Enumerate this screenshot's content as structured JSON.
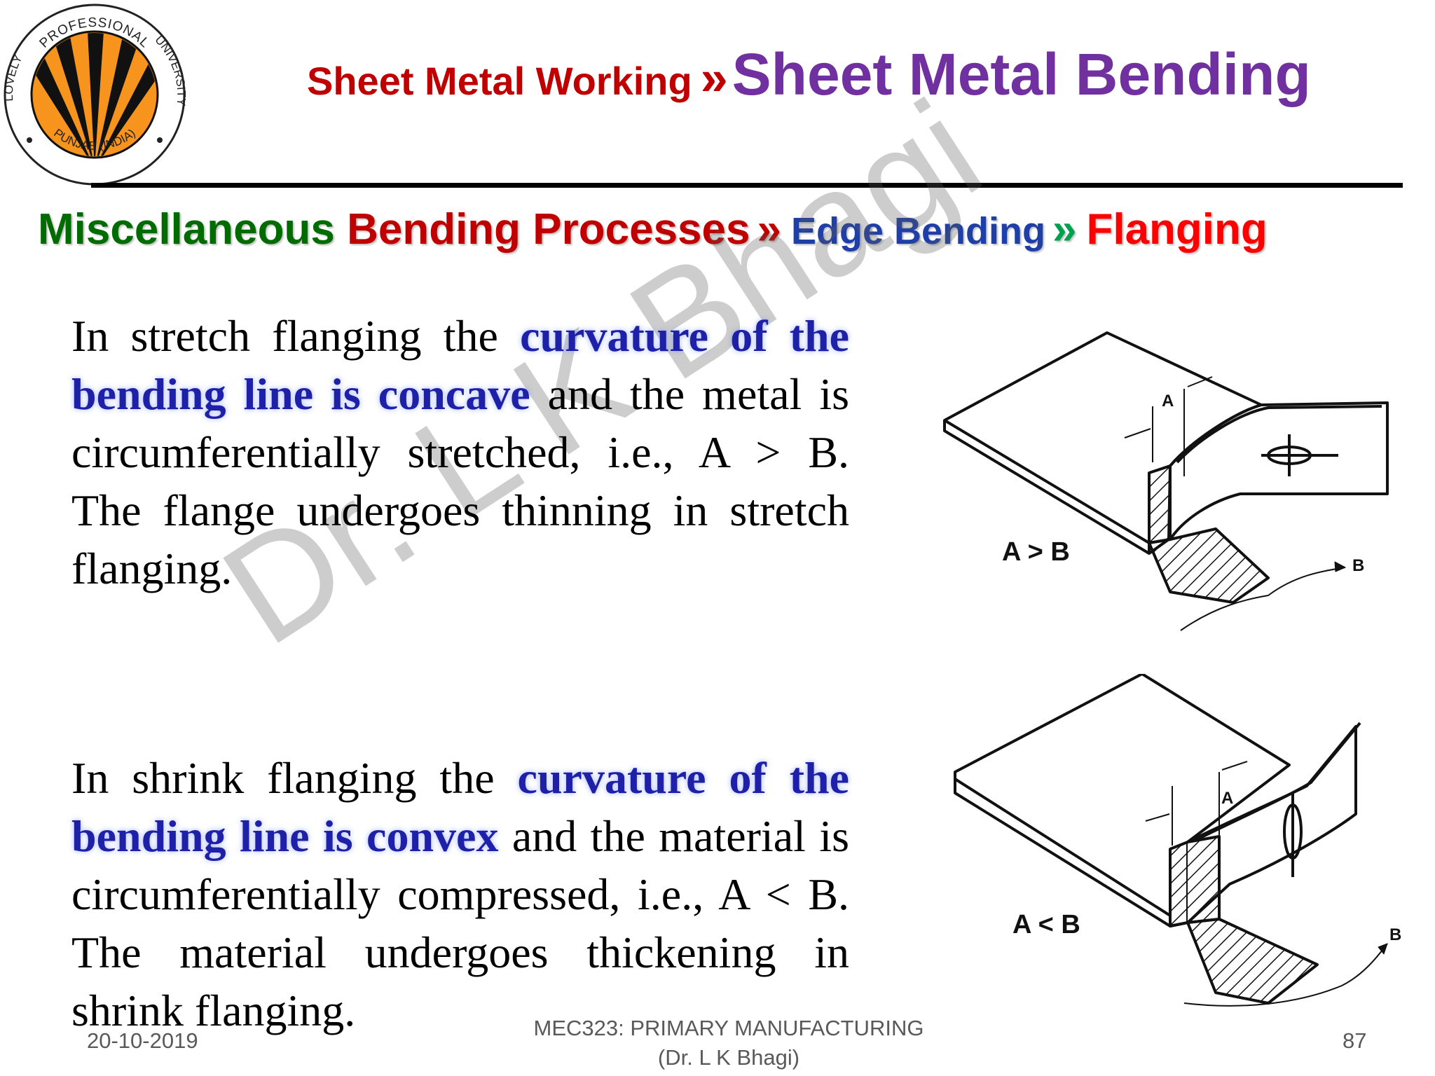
{
  "logo": {
    "top_text": "PROFESSIONAL",
    "left_text": "LOVELY",
    "right_text": "UNIVERSITY",
    "bottom_text": "PUNJAB (INDIA)"
  },
  "header": {
    "title_main": "Sheet Metal Working",
    "separator": "»",
    "title_sub": "Sheet Metal Bending"
  },
  "subheader": {
    "part1": "Miscellaneous",
    "part2": "Bending Processes",
    "sep1": "»",
    "part3": "Edge Bending",
    "sep2": "»",
    "part4": "Flanging"
  },
  "para1": {
    "t1": "In stretch flanging the ",
    "h1": "curvature of the bending line is concave",
    "t2": " and the metal is circumferentially stretched, i.e., A > B. The flange undergoes thinning in stretch flanging."
  },
  "para2": {
    "t1": "In shrink flanging the ",
    "h1": "curvature of the bending line is convex",
    "t2": " and the material is circumferentially compressed, i.e., A < B. The material undergoes thickening in shrink flanging."
  },
  "figure1": {
    "relation": "A > B",
    "label_a": "A",
    "label_b": "B"
  },
  "figure2": {
    "relation": "A < B",
    "label_a": "A",
    "label_b": "B"
  },
  "watermark": "Dr. L K Bhagi",
  "footer": {
    "date": "20-10-2019",
    "course_line1": "MEC323: PRIMARY MANUFACTURING",
    "course_line2": "(Dr. L K Bhagi)",
    "page": "87"
  },
  "colors": {
    "title_red": "#c00000",
    "title_purple": "#7030a0",
    "green": "#006b00",
    "blue": "#1f3fa8",
    "flange_red": "#ff0000",
    "highlight_blue": "#1e20a8",
    "logo_orange": "#f7941d"
  }
}
